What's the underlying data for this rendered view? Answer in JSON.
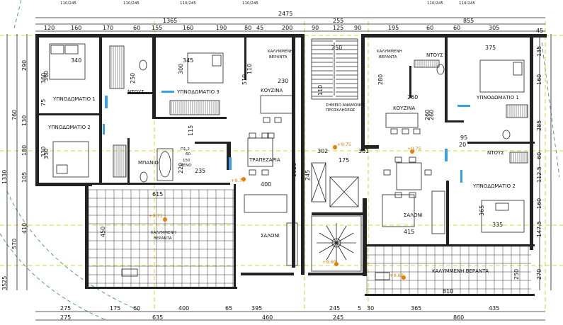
{
  "dims_top_total": [
    "2475"
  ],
  "dims_top_mid": [
    "1365",
    "255",
    "855"
  ],
  "dims_top_row": [
    "120",
    "160",
    "170",
    "60",
    "155",
    "160",
    "190",
    "80",
    "45",
    "200",
    "90",
    "125",
    "90",
    "195",
    "60",
    "60",
    "305"
  ],
  "dims_bottom_row1": [
    "275",
    "175",
    "60",
    "400",
    "65",
    "395",
    "245",
    "5",
    "30",
    "365",
    "435"
  ],
  "dims_bottom_row2": [
    "275",
    "635",
    "460",
    "245",
    "860"
  ],
  "dims_left_outer": [
    "1330",
    "3525",
    "570"
  ],
  "dims_left_inner": [
    "290",
    "760",
    "130",
    "180",
    "105",
    "410"
  ],
  "dims_left_inner2": [
    "360",
    "75",
    "330"
  ],
  "dims_right": [
    "135",
    "160",
    "285",
    "60",
    "112.5",
    "160",
    "147.5",
    "270"
  ],
  "window_tags": [
    "110/245",
    "110/245",
    "110/245",
    "110/245",
    "110/245",
    "110/245"
  ],
  "rooms": {
    "bed1_left": "ΥΠΝΟΔΩΜΑΤΙΟ 1",
    "bed2_left": "ΥΠΝΟΔΩΜΑΤΙΟ 2",
    "bed3": "ΥΠΝΟΔΩΜΑΤΙΟ 3",
    "wc_top": "ΝΤΟΥΣ",
    "bath": "ΜΠΑΝΙΟ",
    "kitchen_left": "ΚΟΥΖΙΝΑ",
    "covered_top_left": "ΚΑΛΥΜΜΕΝΗ",
    "covered_top_left2": "ΒΕΡΑΝΤΑ",
    "dining": "ΤΡΑΠΕΖΑΡΙΑ",
    "living_left": "ΣΑΛΟΝΙ",
    "veranda_left_1": "ΚΑΛΥΜΜΕΝΗ",
    "veranda_left_2": "ΒΕΡΑΝΤΑ",
    "covered_top_right": "ΚΑΛΥΜΜΕΝΗ",
    "covered_top_right2": "ΒΕΡΑΝΤΑ",
    "wc_right_top": "ΝΤΟΥΣ",
    "bed1_right": "ΥΠΝΟΔΩΜΑΤΙΟ 1",
    "kitchen_right": "ΚΟΥΖΙΝΑ",
    "wc_right": "ΝΤΟΥΣ",
    "bed2_right": "ΥΠΝΟΔΩΜΑΤΙΟ 2",
    "living_right": "ΣΑΛΟΝΙ",
    "veranda_right": "ΚΑΛΥΜΜΕΝΗ ΒΕΡΑΝΤΑ",
    "shaft_note_1": "ΣΗΜΕΙΟ ΑΝΑΜΟΝΗΣ",
    "shaft_note_2": "ΠΡΟΣΚΛΗΣΕΩΣ",
    "p12": "Π1,2",
    "keno": "ΚΕΝΟ"
  },
  "room_dims": {
    "bed1_left": "340",
    "bed1_left_v": "360",
    "bed2_left_v": "330",
    "bed3": "345",
    "bed3_v": "300",
    "wc_v": "250",
    "kitchen_left": "230",
    "kitchen_left_v": "110",
    "kitchen_left_v2": "510",
    "p12_top": "60",
    "p12_mid": "150",
    "keno_w": "235",
    "bath_v": "220",
    "bath_v2": "115",
    "dining_v": "1020",
    "dining_h": "400",
    "stairs_top": "250",
    "stairs_v": "110",
    "left_615": "615",
    "veranda_v": "450",
    "elev_175": "175",
    "elev_245": "245",
    "d302": "302",
    "d301": "301",
    "k_right_260": "260",
    "k_right_260v": "260",
    "k_right_280": "280",
    "bed1_right": "375",
    "bed1_right_v": "260",
    "d95": "95",
    "d20": "20",
    "bed2_right_v": "365",
    "bed2_right_h": "335",
    "living_right": "415",
    "veranda_right_w": "810",
    "veranda_right_v": "250",
    "right_45": "45"
  },
  "levels": [
    "+9.75",
    "+9.75",
    "+9.75",
    "+9.75",
    "+9.60",
    "+9.60",
    "+9.60"
  ]
}
